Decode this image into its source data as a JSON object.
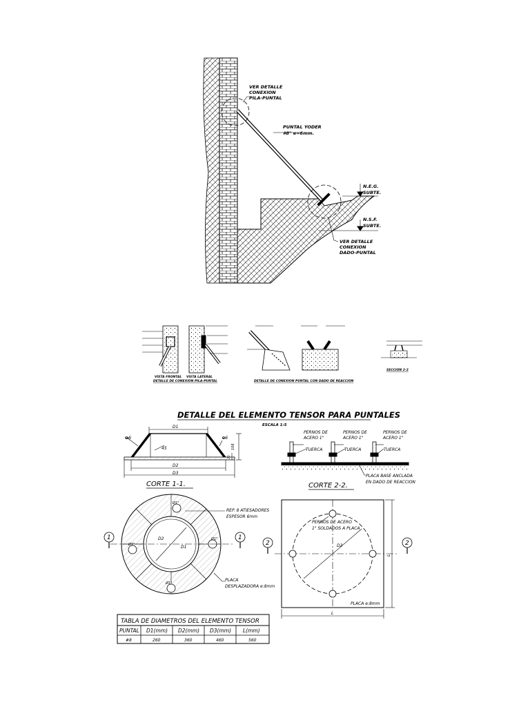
{
  "elevation": {
    "detail_pile_strut": [
      "VER DETALLE",
      "CONEXION",
      "PILA-PUNTAL"
    ],
    "strut": [
      "PUNTAL YODER",
      "#8\" e=6mm."
    ],
    "level_top": [
      "N.E.G.",
      "SUBTE."
    ],
    "level_bottom": [
      "N.S.F.",
      "SUBTE."
    ],
    "detail_die_strut": [
      "VER DETALLE",
      "CONEXION",
      "DADO-PUNTAL"
    ]
  },
  "small_details": {
    "front_view": "VISTA FRONTAL",
    "side_view": "VISTA LATERAL",
    "pile_strut_title": "DETALLE DE CONEXION PILA-PUNTAL",
    "die_strut_title": "DETALLE DE CONEXION PUNTAL CON DADO DE REACCION",
    "section_22": "SECCION 2-2"
  },
  "tensor": {
    "title": "DETALLE DEL ELEMENTO TENSOR PARA PUNTALES",
    "scale": "ESCALA 1:5",
    "corte1": {
      "title": "CORTE 1-1.",
      "d1": "D1",
      "d2": "D2",
      "d3": "D3",
      "e6_left": "e6",
      "e6_right": "e6",
      "angle": "45",
      "h": "108",
      "h2": "20"
    },
    "corte2": {
      "title": "CORTE 2-2.",
      "bolts": [
        "PERNOS DE",
        "ACERO 1\""
      ],
      "nut": "TUERCA",
      "plate": [
        "PLACA BASE ANCLADA",
        "EN DADO DE REACCION"
      ]
    },
    "plan_left": {
      "stiffeners": [
        "REP. 8 ATIESADORES",
        "ESPESOR 6mm"
      ],
      "plate": [
        "PLACA",
        "DESPLAZADORA e:8mm"
      ],
      "d1": "D1",
      "d2": "D2",
      "hole": "Ø1\"",
      "cut": "1"
    },
    "plan_right": {
      "bolts": [
        "PERNOS DE ACERO",
        "1\" SOLDADOS A PLACA"
      ],
      "plate": "PLACA e:8mm",
      "d2": "D2",
      "l": "L",
      "cut": "2"
    },
    "table": {
      "title": "TABLA DE DIAMETROS DEL ELEMENTO TENSOR",
      "headers": [
        "PUNTAL",
        "D1(mm)",
        "D2(mm)",
        "D3(mm)",
        "L(mm)"
      ],
      "rows": [
        [
          "#8",
          "260",
          "360",
          "460",
          "560"
        ]
      ]
    }
  }
}
